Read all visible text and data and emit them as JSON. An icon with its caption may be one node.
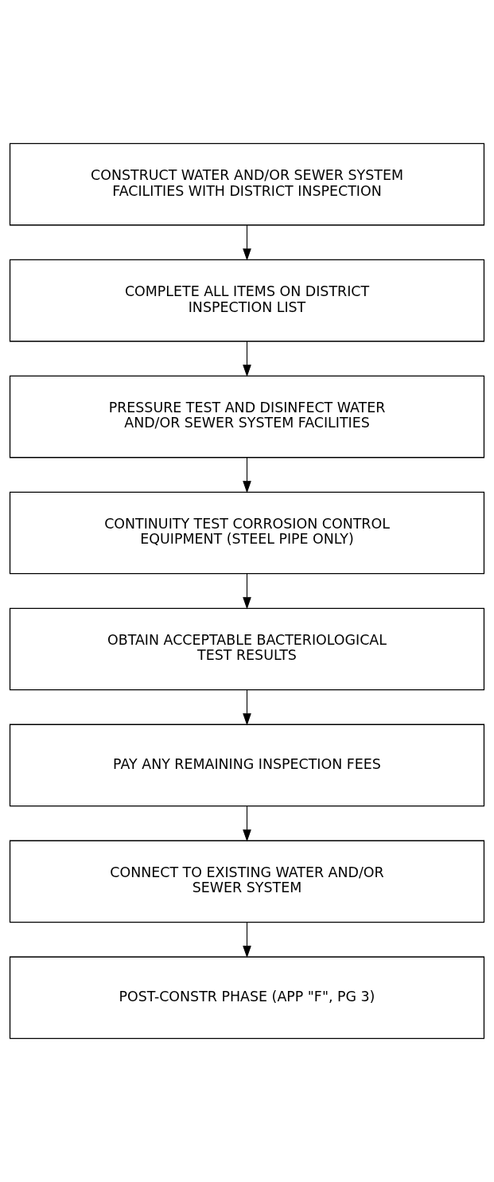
{
  "diagram": {
    "nodes": [
      {
        "text": [
          "CONSTRUCT WATER AND/OR SEWER SYSTEM FACILITIES WITH DISTRICT INSPECTION"
        ]
      },
      {
        "text": [
          "COMPLETE ALL ITEMS ON DISTRICT INSPECTION LIST"
        ]
      },
      {
        "text": [
          "PRESSURE TEST AND DISINFECT WATER AND/OR SEWER SYSTEM FACILITIES"
        ]
      },
      {
        "text": [
          "CONTINUITY TEST CORROSION CONTROL EQUIPMENT (STEEL PIPE ONLY)"
        ]
      },
      {
        "text": [
          "OBTAIN ACCEPTABLE BACTERIOLOGICAL TEST RESULTS"
        ]
      },
      {
        "text": [
          "PAY ANY REMAINING INSPECTION FEES"
        ]
      },
      {
        "text": [
          "CONNECT TO EXISTING WATER AND/OR SEWER SYSTEM"
        ]
      },
      {
        "text": [
          "POST-CONSTR PHASE (APP \"F\", PG 3)"
        ]
      }
    ],
    "edges": [
      {
        "from": 0,
        "to": 1,
        "arrow": "to"
      },
      {
        "from": 1,
        "to": 2,
        "arrow": "to"
      },
      {
        "from": 2,
        "to": 3,
        "arrow": "to"
      },
      {
        "from": 3,
        "to": 4,
        "arrow": "to"
      },
      {
        "from": 4,
        "to": 5,
        "arrow": "to"
      },
      {
        "from": 5,
        "to": 6,
        "arrow": "to"
      },
      {
        "from": 6,
        "to": 7,
        "arrow": "to"
      }
    ]
  }
}
